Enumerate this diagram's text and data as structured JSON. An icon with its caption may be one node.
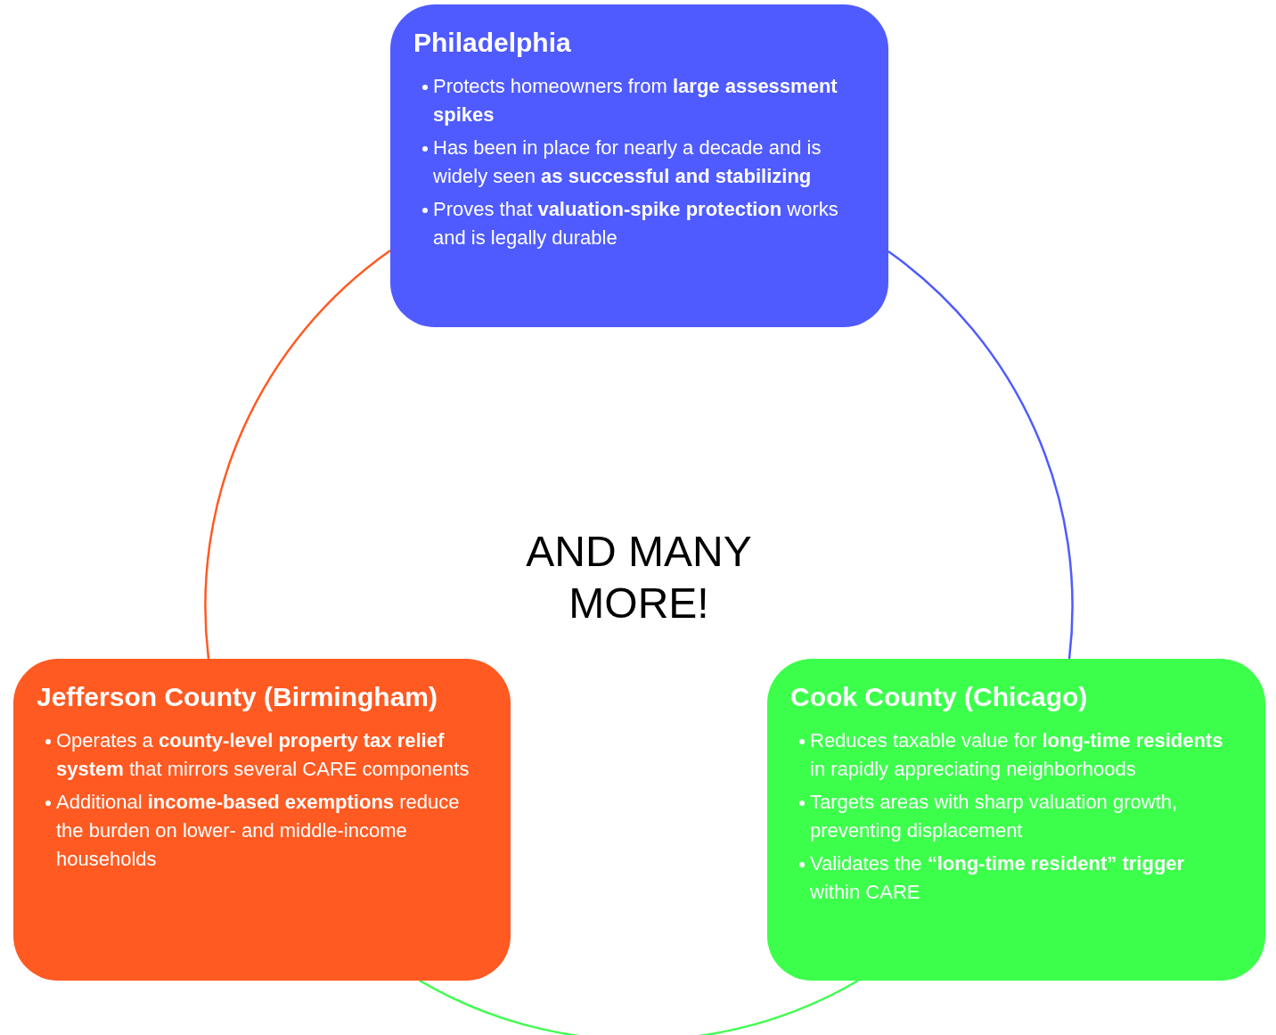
{
  "diagram": {
    "nodes": [
      {
        "text": [
          "Philadelphia",
          "Protects homeowners from **large assessment spikes**",
          "Has been in place for nearly a decade and is widely seen **as successful and stabilizing**",
          "Proves that **valuation-spike protection** works and is legally durable"
        ]
      },
      {
        "text": [
          "Jefferson County (Birmingham)",
          "Operates a **county-level property tax relief system** that mirrors several CARE components",
          "Additional **income-based exemptions** reduce the burden on lower- and middle-income households"
        ]
      },
      {
        "text": [
          "Cook County (Chicago)",
          "Reduces taxable value for **long-time residents** in rapidly appreciating neighborhoods",
          "Targets areas with sharp valuation growth, preventing displacement",
          "Validates the **“long-time resident” trigger** within CARE"
        ]
      }
    ],
    "edges": [
      {
        "from": 0,
        "to": 2,
        "arrow": "none",
        "color": "#4f5bff"
      },
      {
        "from": 2,
        "to": 1,
        "arrow": "none",
        "color": "#3cff4c"
      },
      {
        "from": 1,
        "to": 0,
        "arrow": "none",
        "color": "#ff5a22"
      }
    ],
    "labels": [
      "AND MANY MORE!"
    ]
  }
}
